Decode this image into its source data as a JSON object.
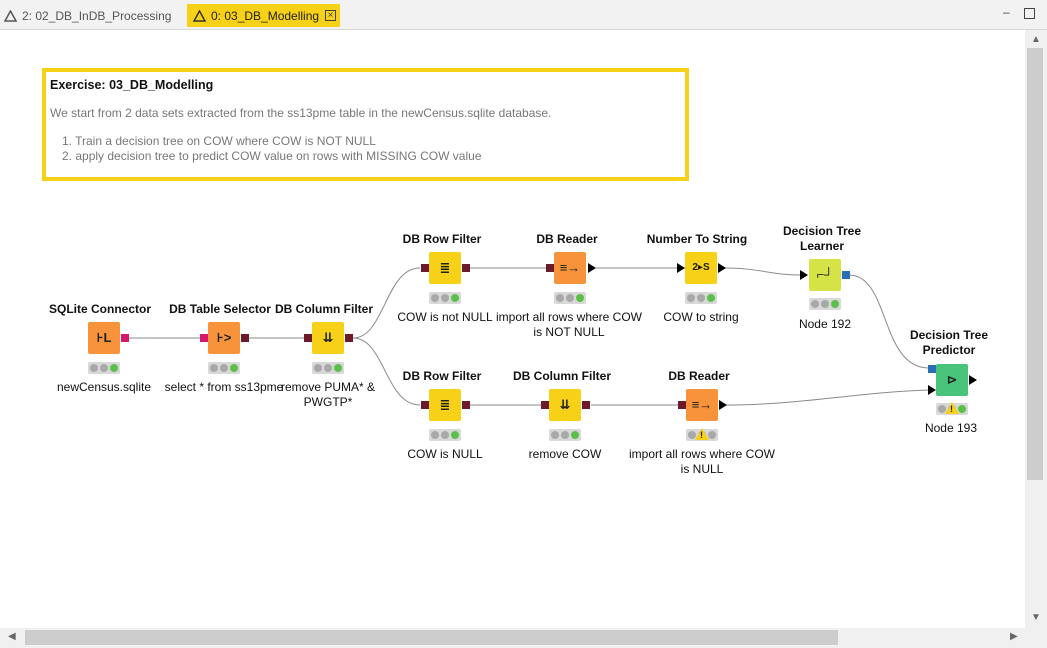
{
  "tabs": [
    {
      "label": "2: 02_DB_InDB_Processing",
      "active": false
    },
    {
      "label": "0: 03_DB_Modelling",
      "active": true
    }
  ],
  "annotation": {
    "title": "Exercise: 03_DB_Modelling",
    "text": "We start from 2 data sets extracted from the ss13pme table in the newCensus.sqlite database.",
    "items": [
      "1. Train a decision tree on COW where COW is NOT NULL",
      "2. apply decision tree to predict COW value on rows with MISSING COW value"
    ]
  },
  "nodes": {
    "sqlite": {
      "title": "SQLite Connector",
      "label": "newCensus.sqlite"
    },
    "table_selector": {
      "title": "DB Table Selector",
      "label": "select * from ss13pme"
    },
    "column_filter_1": {
      "title": "DB Column Filter",
      "label": "remove PUMA* & PWGTP*"
    },
    "row_filter_top": {
      "title": "DB Row Filter",
      "label": "COW is not NULL"
    },
    "reader_top": {
      "title": "DB Reader",
      "label": "import all rows where COW is NOT NULL"
    },
    "number_to_string": {
      "title": "Number To String",
      "label": "COW to string"
    },
    "tree_learner": {
      "title": "Decision Tree Learner",
      "label": "Node 192"
    },
    "row_filter_bottom": {
      "title": "DB Row Filter",
      "label": "COW is NULL"
    },
    "column_filter_2": {
      "title": "DB Column Filter",
      "label": "remove COW"
    },
    "reader_bottom": {
      "title": "DB Reader",
      "label": "import all rows where COW is NULL"
    },
    "tree_predictor": {
      "title": "Decision Tree Predictor",
      "label": "Node 193"
    }
  },
  "colors": {
    "accent": "#f7d117",
    "db_node": "#f6933b",
    "manipulator": "#f7d117",
    "learner": "#d6e347",
    "predictor": "#47c47a",
    "db_port": "#6d1a2a"
  }
}
